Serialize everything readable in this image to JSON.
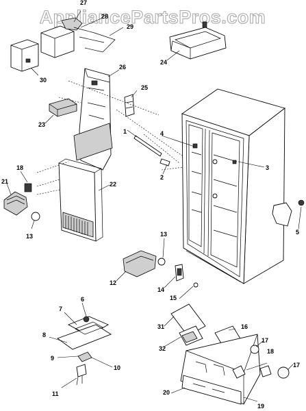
{
  "watermark": "AppliancePartsPros.com",
  "callouts": {
    "c1": "1",
    "c2": "2",
    "c3": "3",
    "c4": "4",
    "c5": "5",
    "c6": "6",
    "c7": "7",
    "c8": "8",
    "c9": "9",
    "c10": "10",
    "c11": "11",
    "c12": "12",
    "c13a": "13",
    "c13b": "13",
    "c14": "14",
    "c15": "15",
    "c16": "16",
    "c17a": "17",
    "c17b": "17",
    "c18a": "18",
    "c18b": "18",
    "c19": "19",
    "c20": "20",
    "c21": "21",
    "c22": "22",
    "c23": "23",
    "c24": "24",
    "c25": "25",
    "c26": "26",
    "c27": "27",
    "c28": "28",
    "c29": "29",
    "c30": "30",
    "c31": "31",
    "c32": "32"
  }
}
